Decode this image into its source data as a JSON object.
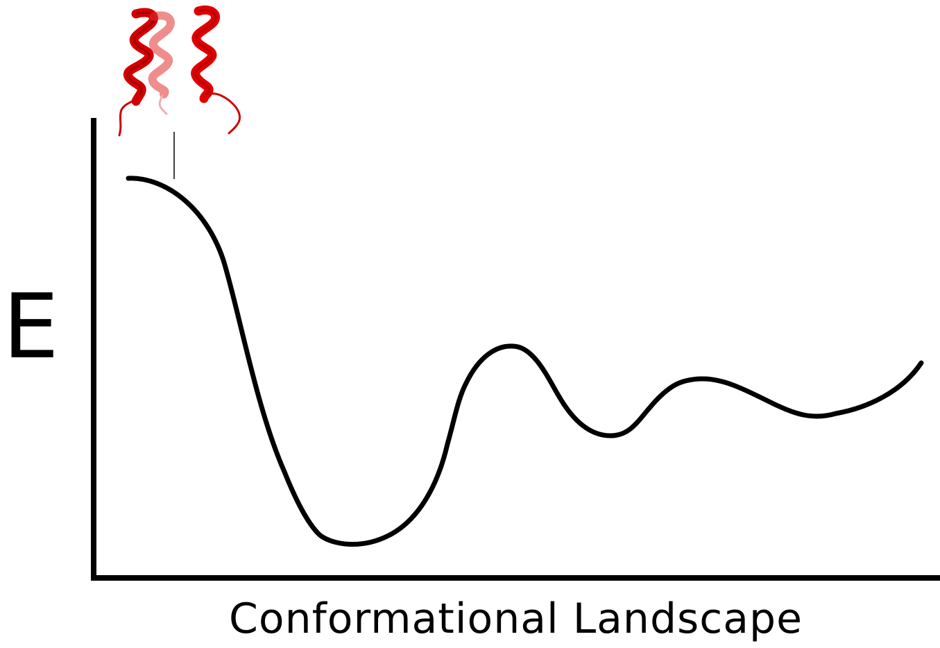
{
  "diagram": {
    "type": "energy-landscape",
    "y_axis_label": "E",
    "x_axis_label": "Conformational Landscape",
    "colors": {
      "line": "#000000",
      "helix": "#e00000",
      "helix_dark": "#8a0000",
      "helix_faded": "#e8a0a0"
    },
    "icons": [
      "helix-ribbon-icon",
      "helix-ribbon-icon",
      "helix-ribbon-icon"
    ]
  }
}
